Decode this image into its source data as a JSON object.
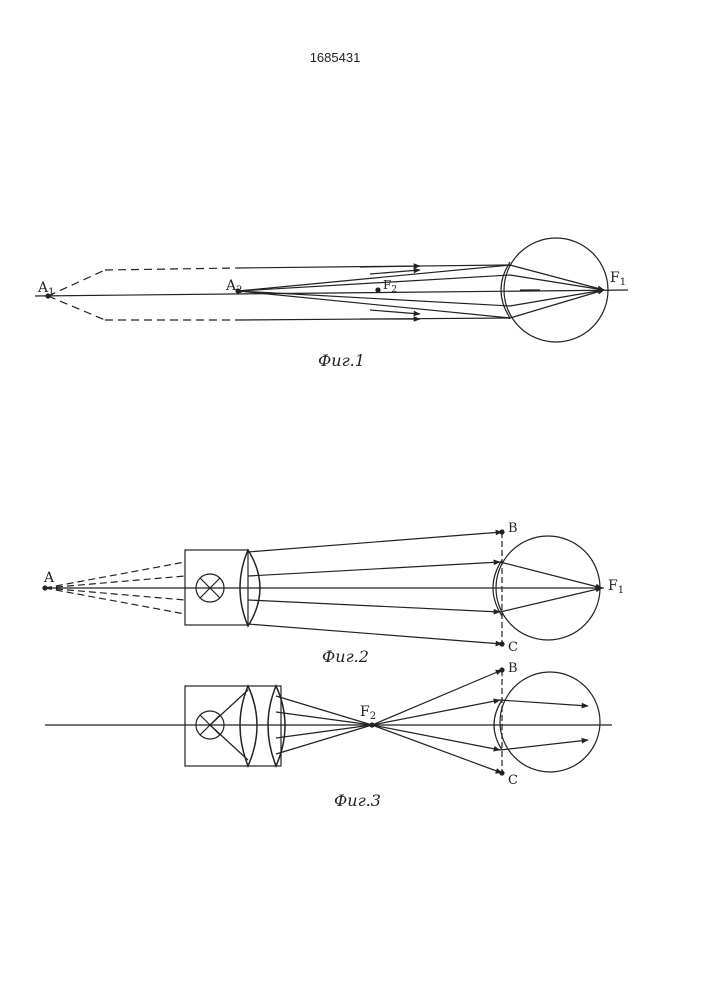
{
  "patent_number": "1685431",
  "fig1": {
    "caption": "Фиг.1",
    "labels": {
      "a1": "A",
      "a1_sub": "1",
      "a2": "A",
      "a2_sub": "2",
      "f2": "F",
      "f2_sub": "2",
      "f1": "F",
      "f1_sub": "1"
    }
  },
  "fig2": {
    "caption": "Фиг.2",
    "labels": {
      "a": "A",
      "b": "B",
      "c": "C",
      "f1": "F",
      "f1_sub": "1"
    }
  },
  "fig3": {
    "caption": "Фиг.3",
    "labels": {
      "f2": "F",
      "f2_sub": "2",
      "b": "B",
      "c": "C"
    }
  },
  "colors": {
    "ink": "#222222",
    "paper": "#ffffff"
  }
}
